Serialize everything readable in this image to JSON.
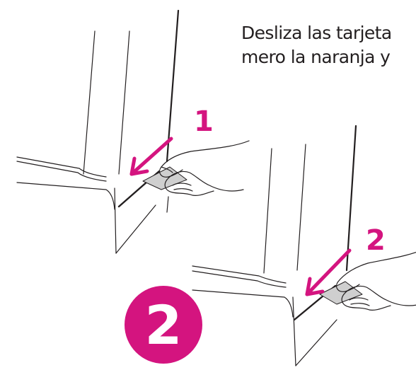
{
  "instruction": {
    "line1": "Desliza las tarjeta",
    "line2": "mero la naranja y"
  },
  "arrow_labels": {
    "first": "1",
    "second": "2"
  },
  "step_badge": {
    "number": "2"
  },
  "colors": {
    "accent": "#d4147f",
    "line": "#231f20",
    "badge_text": "#ffffff"
  },
  "icons": {
    "badge": "step-number-badge",
    "arrows": "slide-direction-arrow"
  }
}
